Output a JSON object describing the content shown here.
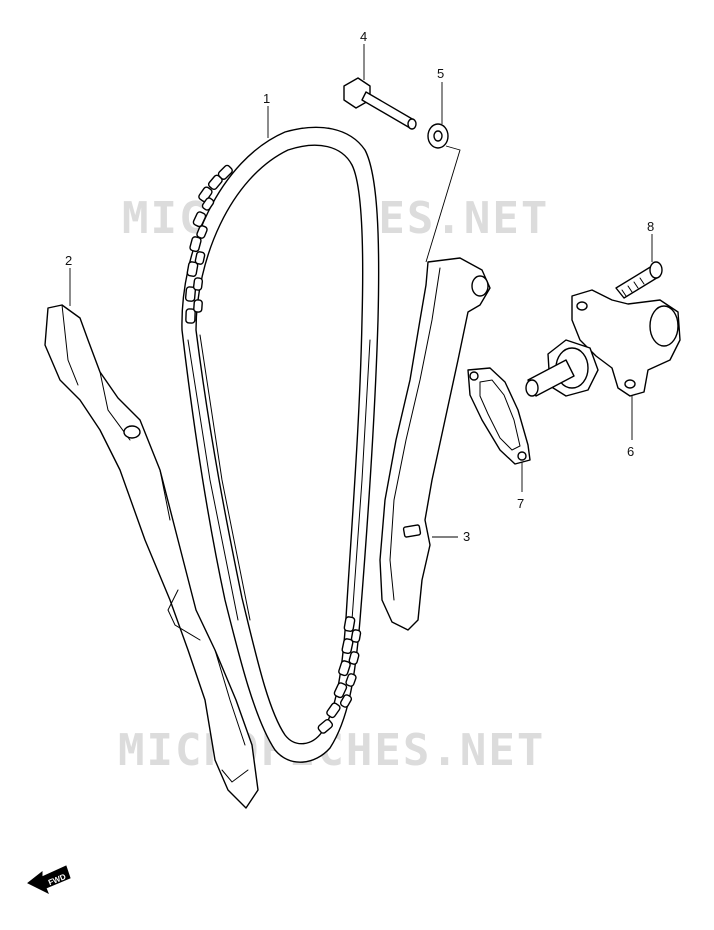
{
  "watermarks": [
    "MICROFICHES.NET",
    "MICROFICHES.NET"
  ],
  "callouts": [
    "1",
    "2",
    "3",
    "4",
    "5",
    "6",
    "7",
    "8"
  ],
  "fwd_label": "FWD",
  "colors": {
    "line": "#000000",
    "watermark": "#dcdcdc",
    "background": "#ffffff"
  }
}
